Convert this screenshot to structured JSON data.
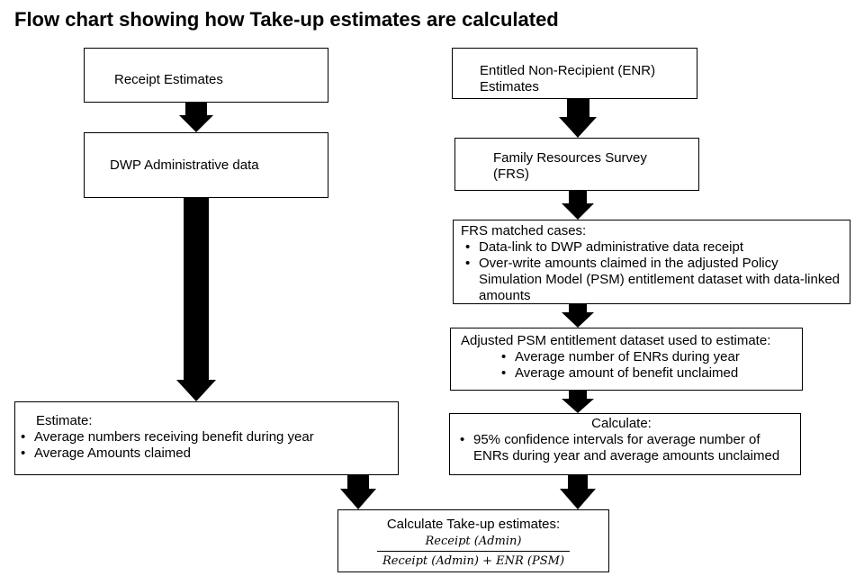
{
  "title": "Flow chart showing how Take-up estimates are calculated",
  "left_column": {
    "receipt_estimates": "Receipt Estimates",
    "dwp_admin": "DWP Administrative data",
    "estimate": {
      "heading": "Estimate:",
      "bullets": [
        "Average numbers receiving benefit during year",
        "Average Amounts claimed"
      ]
    }
  },
  "right_column": {
    "enr_estimates": {
      "line1": "Entitled Non-Recipient (ENR)",
      "line2": "Estimates"
    },
    "frs": {
      "line1": "Family Resources Survey",
      "line2": "(FRS)"
    },
    "matched": {
      "heading": "FRS matched cases:",
      "bullets": [
        "Data-link to DWP administrative data receipt",
        "Over-write amounts claimed in the adjusted Policy Simulation Model (PSM) entitlement dataset with data-linked amounts"
      ]
    },
    "adjusted": {
      "heading": "Adjusted PSM entitlement dataset used to estimate:",
      "bullets": [
        "Average number of ENRs during year",
        "Average amount of benefit unclaimed"
      ]
    },
    "calculate": {
      "heading": "Calculate:",
      "bullets": [
        "95% confidence intervals for average number of ENRs during year and average amounts unclaimed"
      ]
    }
  },
  "final": {
    "heading": "Calculate Take-up estimates:",
    "numerator": "Receipt (Admin)",
    "denominator": "Receipt (Admin) + ENR (PSM)"
  }
}
